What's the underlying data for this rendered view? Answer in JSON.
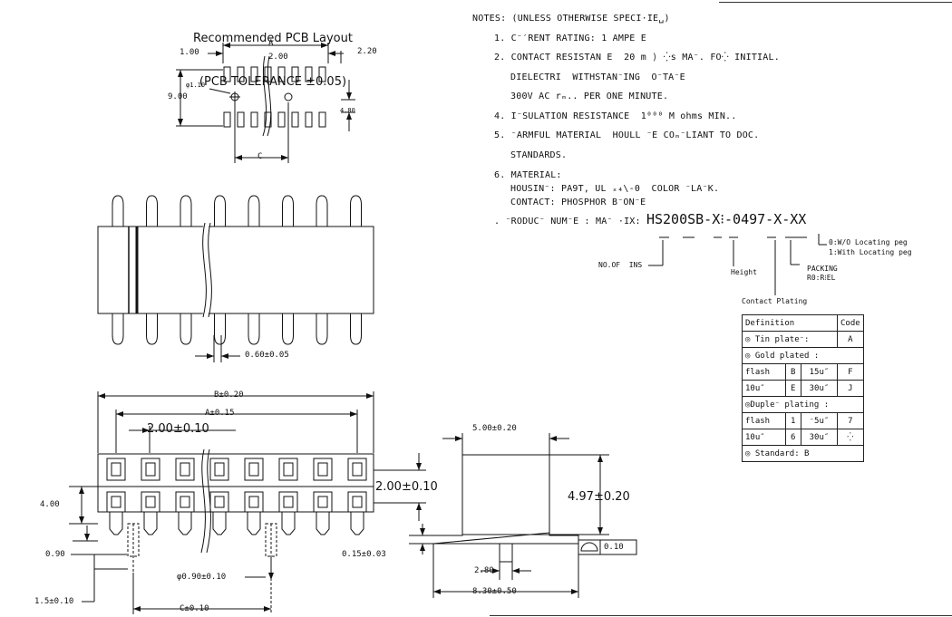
{
  "pcb_layout": {
    "title_line1": "Recommended PCB Layout",
    "title_line2": "(PCB TOLERANCE ±0.05)",
    "dims": {
      "pitch_left": "1.00",
      "a": "A",
      "pitch": "2.00",
      "pad_w": "2.20",
      "hole": "φ1.10",
      "row_h": "9.00",
      "pad_h": "4.80",
      "c": "C"
    }
  },
  "side_view": {
    "lead_dim": "0.60±0.05"
  },
  "front_view": {
    "b_dim": "B±0.20",
    "a_dim": "A±0.15",
    "pitch_dim": "2.00±0.10",
    "row_pitch": "2.00±0.10",
    "height_dim": "4.00",
    "lead_offset": "0.90",
    "pin_dia": "φ0.90±0.10",
    "peg_len": "1.5±0.10",
    "c_dim": "C±0.10"
  },
  "end_view": {
    "width": "5.00±0.20",
    "height": "4.97±0.20",
    "standoff": "0.15±0.03",
    "peg": "2.80",
    "foot": "8.30±0.50",
    "flatness": "0.10"
  },
  "notes": {
    "header": "NOTES: (UNLESS OTHERWISE SPECI·IE␣)",
    "n1": "1. C⁻′RENT RATING: 1 AMPE E",
    "n2": "2. CONTACT RESISTAN E  20 m ⟩ ⁛s MA⁻. FO⁛ INITIAL.",
    "n2b": "DIELECTRI  WITHSTAN⁻ING  O⁻TA⁻E",
    "n2c": "300V AC rₘ.. PER ONE MINUTE.",
    "n4": "4. I⁻SULATION RESISTANCE  1⁰⁰⁰ M ohms MIN..",
    "n5": "5. ⁻ARMFUL MATERIAL  HOULL ⁻E COₘ⁻LIANT TO DOC.",
    "n5b": "STANDARDS.",
    "n6": "6. MATERIAL:",
    "n6a": "HOUSIN⁻: PA9T, UL ₓ₄\\-0  COLOR ⁻LA⁻K.",
    "n6b": "CONTACT: PHOSPHOR B⁻ON⁻E",
    "n7": ". ⁻RODUC⁻ NUM⁻E : MA⁻ ·IX:",
    "part_number": "HS200SB-X⁝-0497-X-XX",
    "opt0": "0:W/O Locating peg",
    "opt1": "1:With Locating peg",
    "no_pins": "NO.OF  INS",
    "height": "Height",
    "packing": "PACKING",
    "packing_val": "R0:R⁝EL",
    "contact_plating": "Contact Plating"
  },
  "plating_table": {
    "definition": "Definition",
    "code": "Code",
    "tin": "Tin plate⁻:",
    "tin_code": "A",
    "gold": "Gold plated :",
    "gold_rows": [
      [
        "flash",
        "B",
        "15u″",
        "F"
      ],
      [
        "10u″",
        "E",
        "30u″",
        "J"
      ]
    ],
    "duplex": "Duple⁻ plating :",
    "duplex_rows": [
      [
        "flash",
        "1",
        "⁻5u″",
        "7"
      ],
      [
        "10u″",
        "6",
        "30u″",
        "⁛"
      ]
    ],
    "standard": "Standard: B"
  }
}
